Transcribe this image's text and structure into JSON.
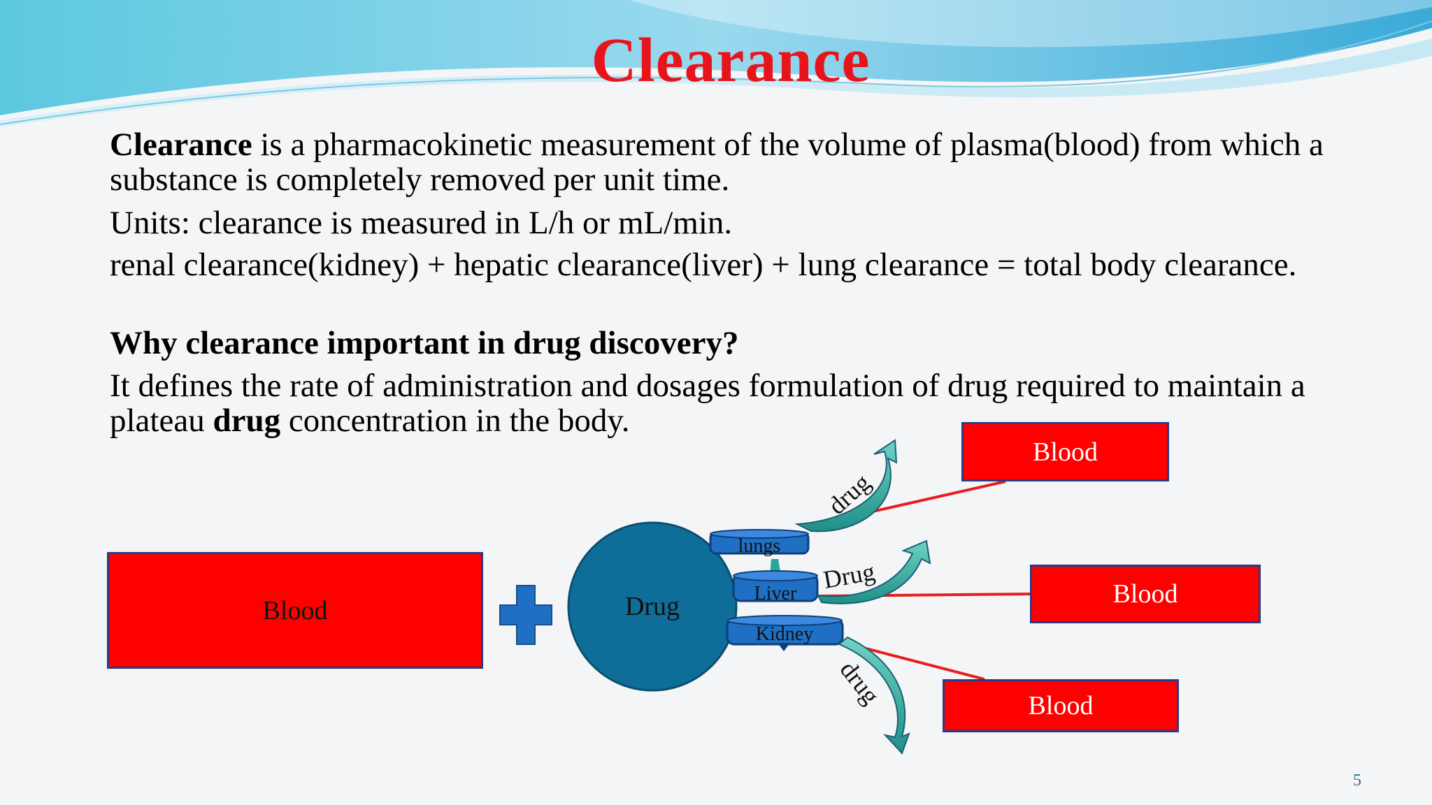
{
  "slide": {
    "title": "Clearance",
    "p1_bold": "Clearance",
    "p1_rest": " is a pharmacokinetic measurement of the volume of plasma(blood) from which a substance is completely removed per unit time.",
    "p2": "Units: clearance is measured in L/h or mL/min.",
    "p3": "renal clearance(kidney) + hepatic clearance(liver) + lung clearance = total body clearance.",
    "p4": "Why clearance important in drug discovery?",
    "p5_a": "It defines the rate of administration and dosages formulation of drug required to maintain a plateau ",
    "p5_bold": "drug",
    "p5_b": " concentration in the body.",
    "page_number": "5"
  },
  "diagram": {
    "blood_left": "Blood",
    "blood_top": "Blood",
    "blood_mid": "Blood",
    "blood_bottom": "Blood",
    "drug_circle": "Drug",
    "organ_lungs": "lungs",
    "organ_liver": "Liver",
    "organ_kidney": "Kidney",
    "arrow_label_top": "drug",
    "arrow_label_mid": "Drug",
    "arrow_label_bottom": "drug"
  },
  "colors": {
    "title": "#e8141c",
    "box_fill": "#ff0000",
    "box_border": "#2a3a85",
    "circle": "#0f6e99",
    "organ": "#1f6fc4",
    "arrow": "#2aa79b",
    "connector": "#e61e1e"
  }
}
